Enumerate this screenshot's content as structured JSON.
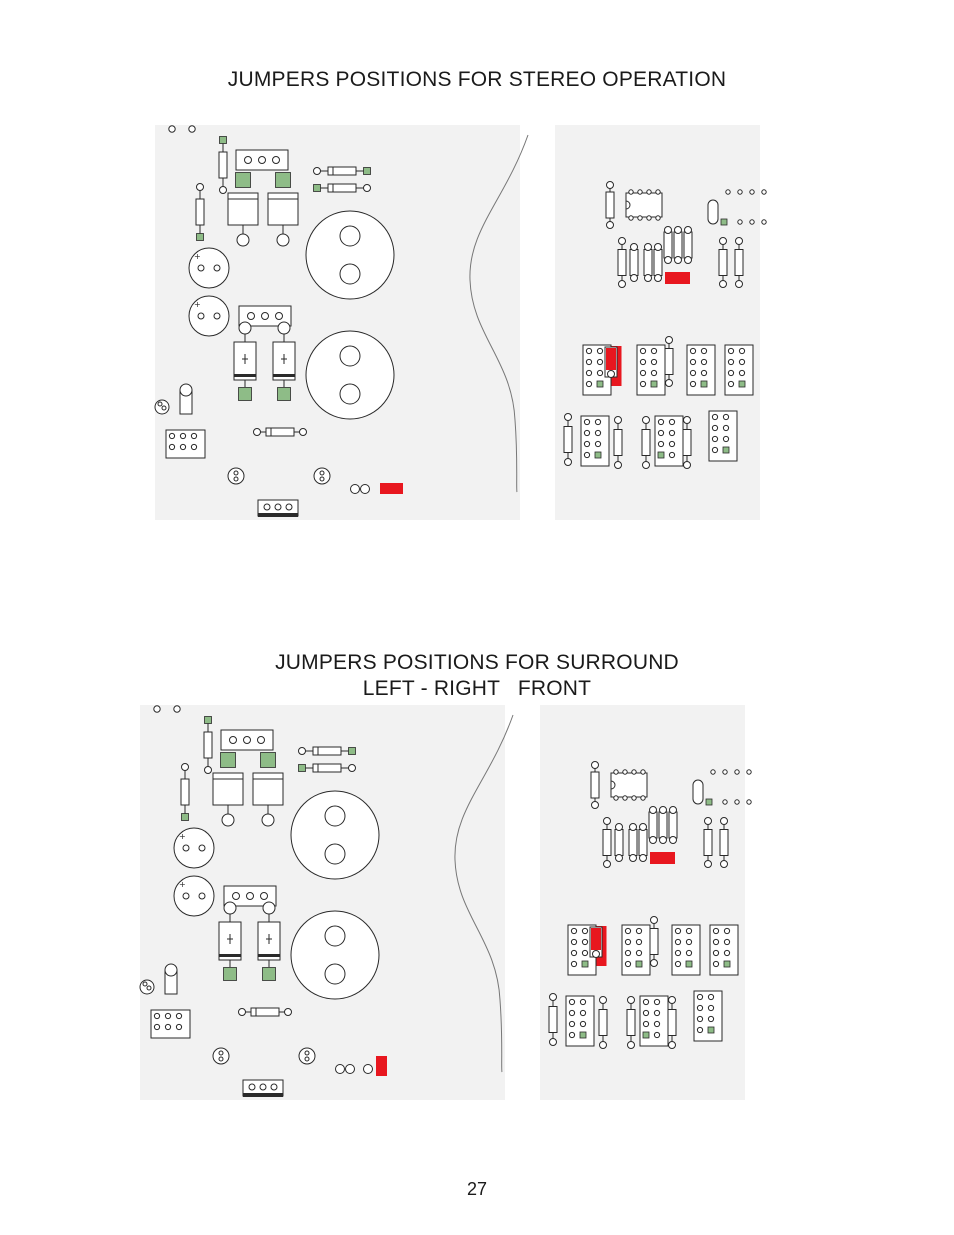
{
  "page": {
    "number": "27"
  },
  "sections": [
    {
      "title": "JUMPERS POSITIONS FOR STEREO OPERATION",
      "jumpers": [
        {
          "location": "output connector",
          "mode": "bridged",
          "color": "#e8171f"
        },
        {
          "location": "upper-right connector",
          "mode": "bridged",
          "color": "#e8171f"
        },
        {
          "location": "first right-side header",
          "mode": "vertical",
          "color": "#e8171f"
        }
      ]
    },
    {
      "title_line1": "JUMPERS POSITIONS FOR SURROUND",
      "title_line2": "LEFT - RIGHT   FRONT",
      "jumpers": [
        {
          "location": "output connector",
          "mode": "vertical",
          "color": "#e8171f"
        },
        {
          "location": "upper-right connector",
          "mode": "bridged",
          "color": "#e8171f"
        },
        {
          "location": "first right-side header",
          "mode": "vertical",
          "color": "#e8171f"
        }
      ]
    }
  ],
  "colors": {
    "pad": "#8ebc87",
    "jumper": "#e8171f",
    "line": "#2a2a2a",
    "board_shade": "#f2f2f2"
  }
}
